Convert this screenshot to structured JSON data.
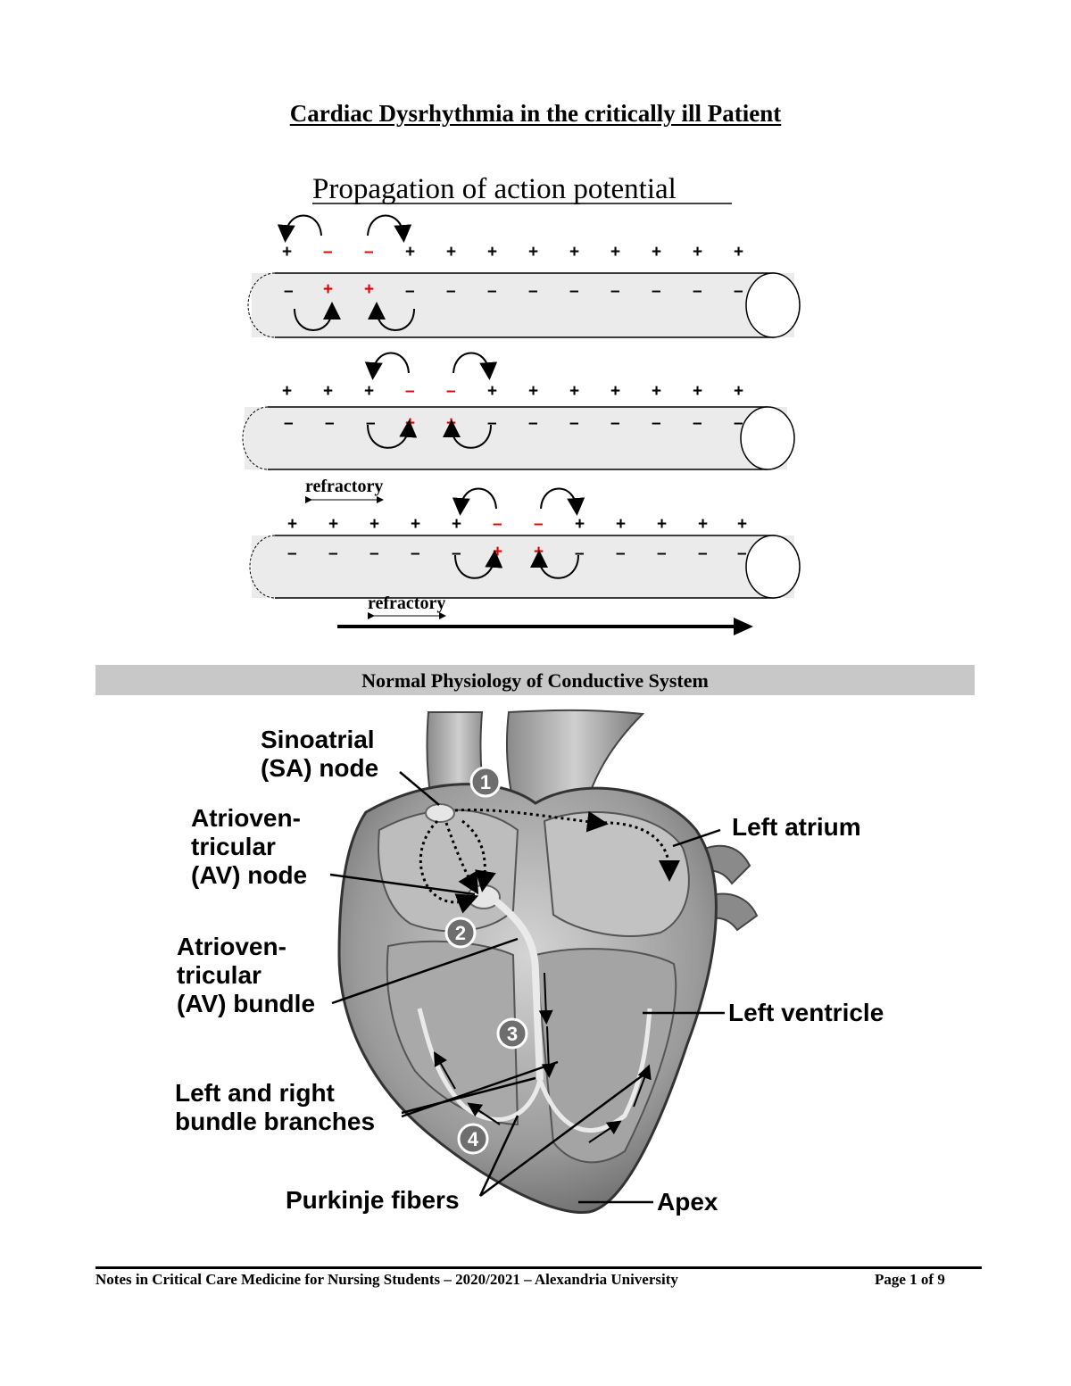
{
  "document": {
    "title": "Cardiac Dysrhythmia in the critically ill Patient"
  },
  "figure_propagation": {
    "title": "Propagation of action potential",
    "refractory_label": "refractory"
  },
  "section": {
    "heading": "Normal Physiology of Conductive System"
  },
  "figure_heart": {
    "labels": {
      "sa_node": [
        "Sinoatrial",
        "(SA) node"
      ],
      "av_node": [
        "Atrioven-",
        "tricular",
        "(AV) node"
      ],
      "av_bundle": [
        "Atrioven-",
        "tricular",
        "(AV) bundle"
      ],
      "bundle_branches": [
        "Left and right",
        "bundle branches"
      ],
      "purkinje": "Purkinje fibers",
      "left_atrium": "Left atrium",
      "left_ventricle": "Left ventricle",
      "apex": "Apex"
    },
    "steps": [
      "1",
      "2",
      "3",
      "4"
    ]
  },
  "footer": {
    "left": "Notes in Critical Care Medicine for Nursing Students – 2020/2021 – Alexandria University",
    "right": "Page 1 of 9"
  },
  "colors": {
    "section_bar": "#c8c8c8",
    "depolarized_sign": "#e00000",
    "fiber_fill": "#ebebeb"
  }
}
